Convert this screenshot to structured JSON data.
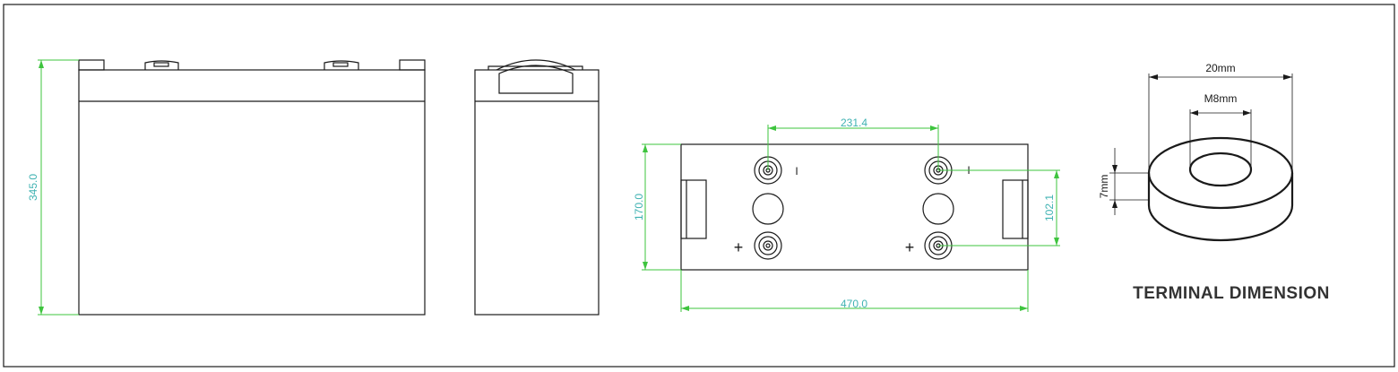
{
  "dimensions": {
    "height": "345.0",
    "depth": "170.0",
    "terminal_spacing": "231.4",
    "terminal_row_offset": "102.1",
    "length": "470.0"
  },
  "terminal_detail": {
    "outer_diameter": "20mm",
    "bolt_size": "M8mm",
    "thickness": "7mm",
    "title": "TERMINAL DIMENSION"
  },
  "polarity": {
    "negative_symbol": "I",
    "positive_symbol": "+"
  },
  "colors": {
    "outline": "#1a1a1a",
    "dimension_line": "#3ec43e",
    "dimension_text": "#3fb2b2"
  }
}
